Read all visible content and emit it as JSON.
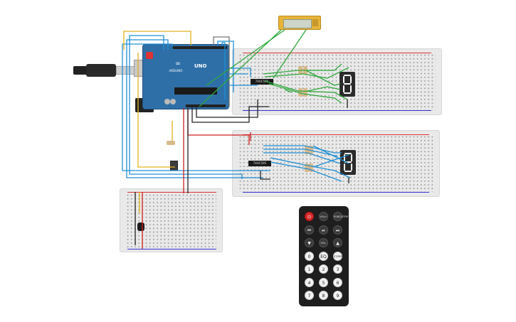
{
  "arduino": {
    "brand_label": "UNO",
    "logo_text": "ARDUINO"
  },
  "chips": [
    {
      "label": "74HC595"
    },
    {
      "label": "74HC595"
    }
  ],
  "seven_segment": [
    {
      "digit": "8"
    },
    {
      "digit": "8"
    }
  ],
  "remote": {
    "rows": [
      [
        "⏻",
        "VOL+",
        "FUNC/STOP"
      ],
      [
        "⏮",
        "⏯",
        "⏭"
      ],
      [
        "▼",
        "VOL-",
        "▲"
      ],
      [
        "0",
        "EQ",
        "ST/REPT"
      ],
      [
        "1",
        "2",
        "3"
      ],
      [
        "4",
        "5",
        "6"
      ],
      [
        "7",
        "8",
        "9"
      ]
    ]
  },
  "colors": {
    "breadboard": "#e9e9e9",
    "arduino": "#2f6fa8",
    "lcd": "#e7b43a",
    "remote": "#1e1e1e"
  }
}
